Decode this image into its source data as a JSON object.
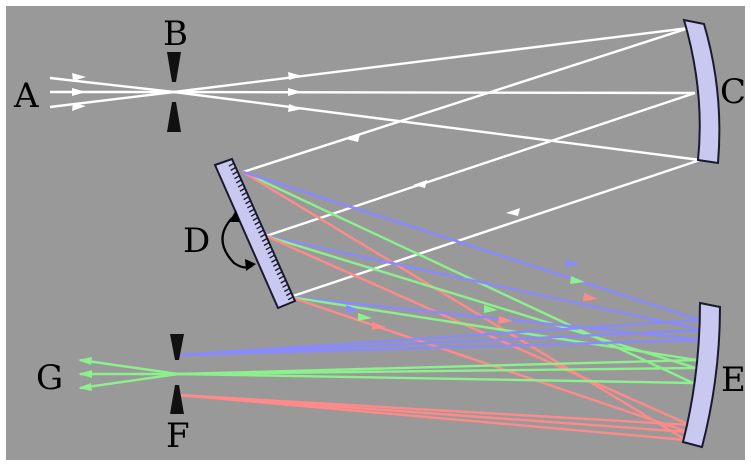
{
  "diagram": {
    "labels": {
      "A": "A",
      "B": "B",
      "C": "C",
      "D": "D",
      "E": "E",
      "F": "F",
      "G": "G"
    },
    "colors": {
      "background": "#999999",
      "border": "#ffffff",
      "beam": "#ffffff",
      "mirror_fill": "#c8c8f0",
      "mirror_stroke": "#1a1a2e",
      "slit": "#111111",
      "blue": "#8a8aff",
      "green": "#8cf08c",
      "red": "#ff8a8a"
    },
    "components": [
      {
        "id": "A",
        "role": "incoming light",
        "icon": "arrow-bundle"
      },
      {
        "id": "B",
        "role": "entrance slit",
        "icon": "slit"
      },
      {
        "id": "C",
        "role": "collimating mirror",
        "icon": "concave-mirror"
      },
      {
        "id": "D",
        "role": "rotatable diffraction grating",
        "icon": "grating"
      },
      {
        "id": "E",
        "role": "focusing mirror",
        "icon": "concave-mirror"
      },
      {
        "id": "F",
        "role": "exit slit",
        "icon": "slit"
      },
      {
        "id": "G",
        "role": "outgoing light",
        "icon": "arrow-bundle"
      }
    ]
  }
}
